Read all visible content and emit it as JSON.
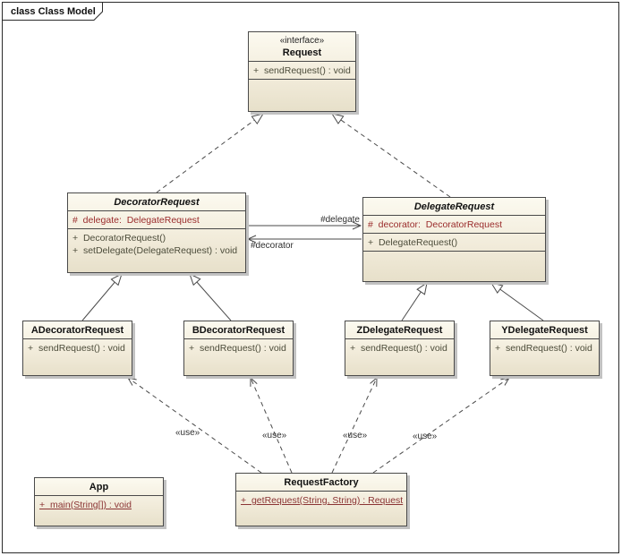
{
  "frame": {
    "title": "class Class Model"
  },
  "colors": {
    "box_fill_top": "#fcfaf0",
    "box_fill_bottom": "#e7e0ca",
    "box_border": "#4a4a4a",
    "attribute_text": "#9a2b2b",
    "operation_text": "#4c4c3a",
    "static_member_text": "#8b3434",
    "shadow": "#c2c2c2"
  },
  "classes": {
    "request": {
      "stereotype": "«interface»",
      "name": "Request",
      "operations": [
        "+  sendRequest() : void"
      ]
    },
    "decoratorRequest": {
      "name": "DecoratorRequest",
      "abstract": true,
      "attributes": [
        "#  delegate:  DelegateRequest"
      ],
      "operations": [
        "+  DecoratorRequest()",
        "+  setDelegate(DelegateRequest) : void"
      ]
    },
    "delegateRequest": {
      "name": "DelegateRequest",
      "abstract": true,
      "attributes": [
        "#  decorator:  DecoratorRequest"
      ],
      "operations": [
        "+  DelegateRequest()"
      ]
    },
    "aDecoratorRequest": {
      "name": "ADecoratorRequest",
      "operations": [
        "+  sendRequest() : void"
      ]
    },
    "bDecoratorRequest": {
      "name": "BDecoratorRequest",
      "operations": [
        "+  sendRequest() : void"
      ]
    },
    "zDelegateRequest": {
      "name": "ZDelegateRequest",
      "operations": [
        "+  sendRequest() : void"
      ]
    },
    "yDelegateRequest": {
      "name": "YDelegateRequest",
      "operations": [
        "+  sendRequest() : void"
      ]
    },
    "app": {
      "name": "App",
      "operations": [
        "+  main(String[]) : void"
      ]
    },
    "requestFactory": {
      "name": "RequestFactory",
      "operations": [
        "+  getRequest(String, String) : Request"
      ]
    }
  },
  "relationships": [
    {
      "from": "DecoratorRequest",
      "to": "Request",
      "type": "realization"
    },
    {
      "from": "DelegateRequest",
      "to": "Request",
      "type": "realization"
    },
    {
      "from": "ADecoratorRequest",
      "to": "DecoratorRequest",
      "type": "generalization"
    },
    {
      "from": "BDecoratorRequest",
      "to": "DecoratorRequest",
      "type": "generalization"
    },
    {
      "from": "ZDelegateRequest",
      "to": "DelegateRequest",
      "type": "generalization"
    },
    {
      "from": "YDelegateRequest",
      "to": "DelegateRequest",
      "type": "generalization"
    },
    {
      "from": "DecoratorRequest",
      "to": "DelegateRequest",
      "type": "association",
      "label": "#delegate"
    },
    {
      "from": "DelegateRequest",
      "to": "DecoratorRequest",
      "type": "association",
      "label": "#decorator"
    },
    {
      "from": "RequestFactory",
      "to": "ADecoratorRequest",
      "type": "dependency",
      "label": "«use»"
    },
    {
      "from": "RequestFactory",
      "to": "BDecoratorRequest",
      "type": "dependency",
      "label": "«use»"
    },
    {
      "from": "RequestFactory",
      "to": "ZDelegateRequest",
      "type": "dependency",
      "label": "«use»"
    },
    {
      "from": "RequestFactory",
      "to": "YDelegateRequest",
      "type": "dependency",
      "label": "«use»"
    }
  ]
}
